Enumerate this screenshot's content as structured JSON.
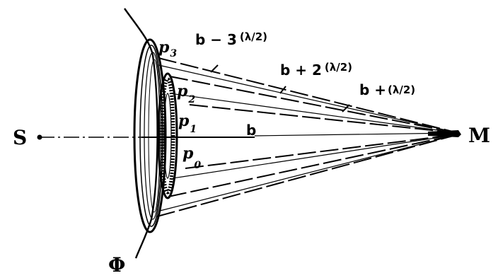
{
  "diagram": {
    "source_label": "S",
    "observer_label": "M",
    "wavefront_label": "Φ",
    "points": [
      {
        "name": "p",
        "sub": "3"
      },
      {
        "name": "p",
        "sub": "2"
      },
      {
        "name": "p",
        "sub": "1"
      },
      {
        "name": "p",
        "sub": "0"
      }
    ],
    "central_distance": "b",
    "paths": [
      {
        "main": "b − 3",
        "paren": "(λ/2)"
      },
      {
        "main": "b + 2",
        "paren": "(λ/2)"
      },
      {
        "main": "b +",
        "paren": "(λ/2)"
      }
    ]
  }
}
